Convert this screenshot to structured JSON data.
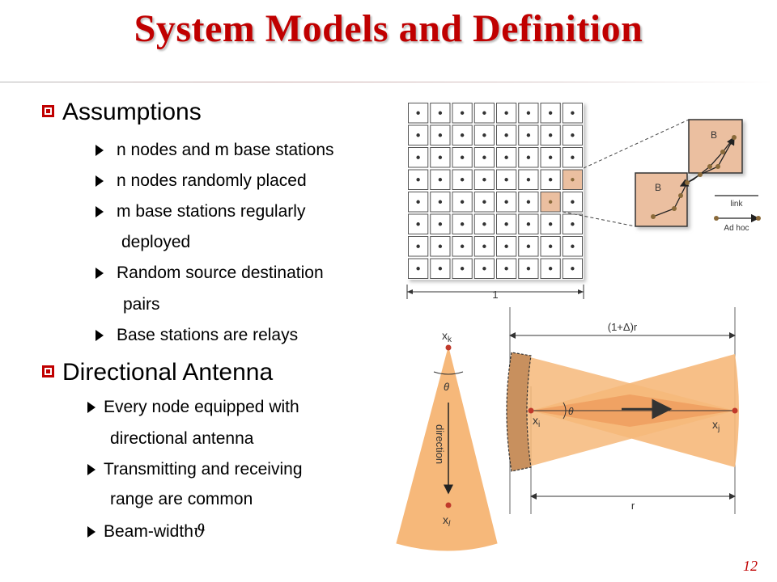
{
  "title": "System Models and Definition",
  "sections": [
    {
      "heading": "Assumptions",
      "items": [
        [
          "n nodes and m base stations"
        ],
        [
          "n nodes randomly placed"
        ],
        [
          "m base stations regularly",
          "deployed"
        ],
        [
          "Random source destination",
          "pairs"
        ],
        [
          "Base stations are relays"
        ]
      ]
    },
    {
      "heading": "Directional Antenna",
      "items": [
        [
          "Every node equipped with",
          "directional antenna"
        ],
        [
          "Transmitting and receiving",
          "range are common"
        ],
        [
          "Beam-width"
        ]
      ]
    }
  ],
  "beam_symbol": "ϑ",
  "grid_figure": {
    "scale_label": "1",
    "inset_label_b": "B",
    "legend_link": "link",
    "legend_adhoc": "Ad hoc"
  },
  "cone_figure": {
    "top_node": "x",
    "top_sub": "k",
    "bottom_node": "x",
    "bottom_sub": "l",
    "angle": "θ",
    "direction": "direction"
  },
  "beam_figure": {
    "range_label": "(1+Δ)r",
    "r_label": "r",
    "left_node": "x",
    "left_sub": "i",
    "right_node": "x",
    "right_sub": "j",
    "angle": "θ"
  },
  "page_number": "12",
  "colors": {
    "title": "#c00000",
    "beam_fill": "#f6b87a",
    "node": "#c0392b"
  }
}
